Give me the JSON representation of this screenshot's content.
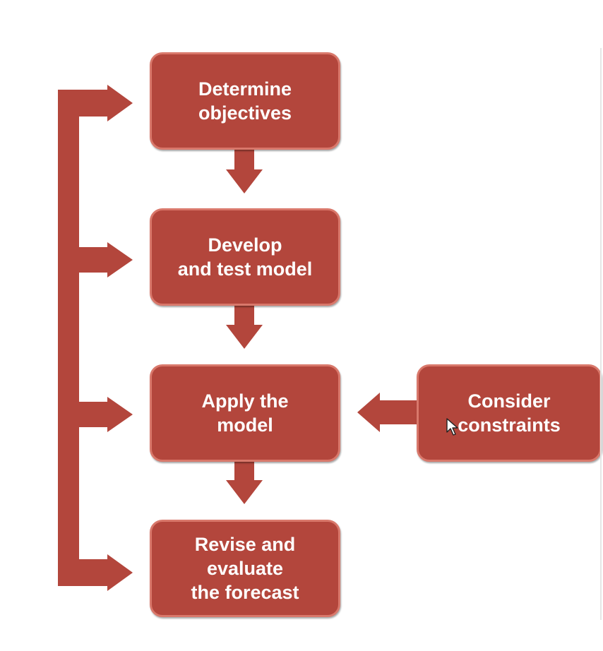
{
  "diagram": {
    "steps": [
      {
        "id": "determine-objectives",
        "label": "Determine\nobjectives"
      },
      {
        "id": "develop-test-model",
        "label": "Develop\nand test model"
      },
      {
        "id": "apply-model",
        "label": "Apply the\nmodel"
      },
      {
        "id": "revise-evaluate",
        "label": "Revise and\nevaluate\nthe forecast"
      }
    ],
    "side_input": {
      "id": "consider-constraints",
      "label": "Consider\nconstraints"
    },
    "colors": {
      "box_fill": "#b3463c",
      "box_border": "#d9786b",
      "arrow": "#b3463c",
      "text": "#ffffff"
    }
  }
}
